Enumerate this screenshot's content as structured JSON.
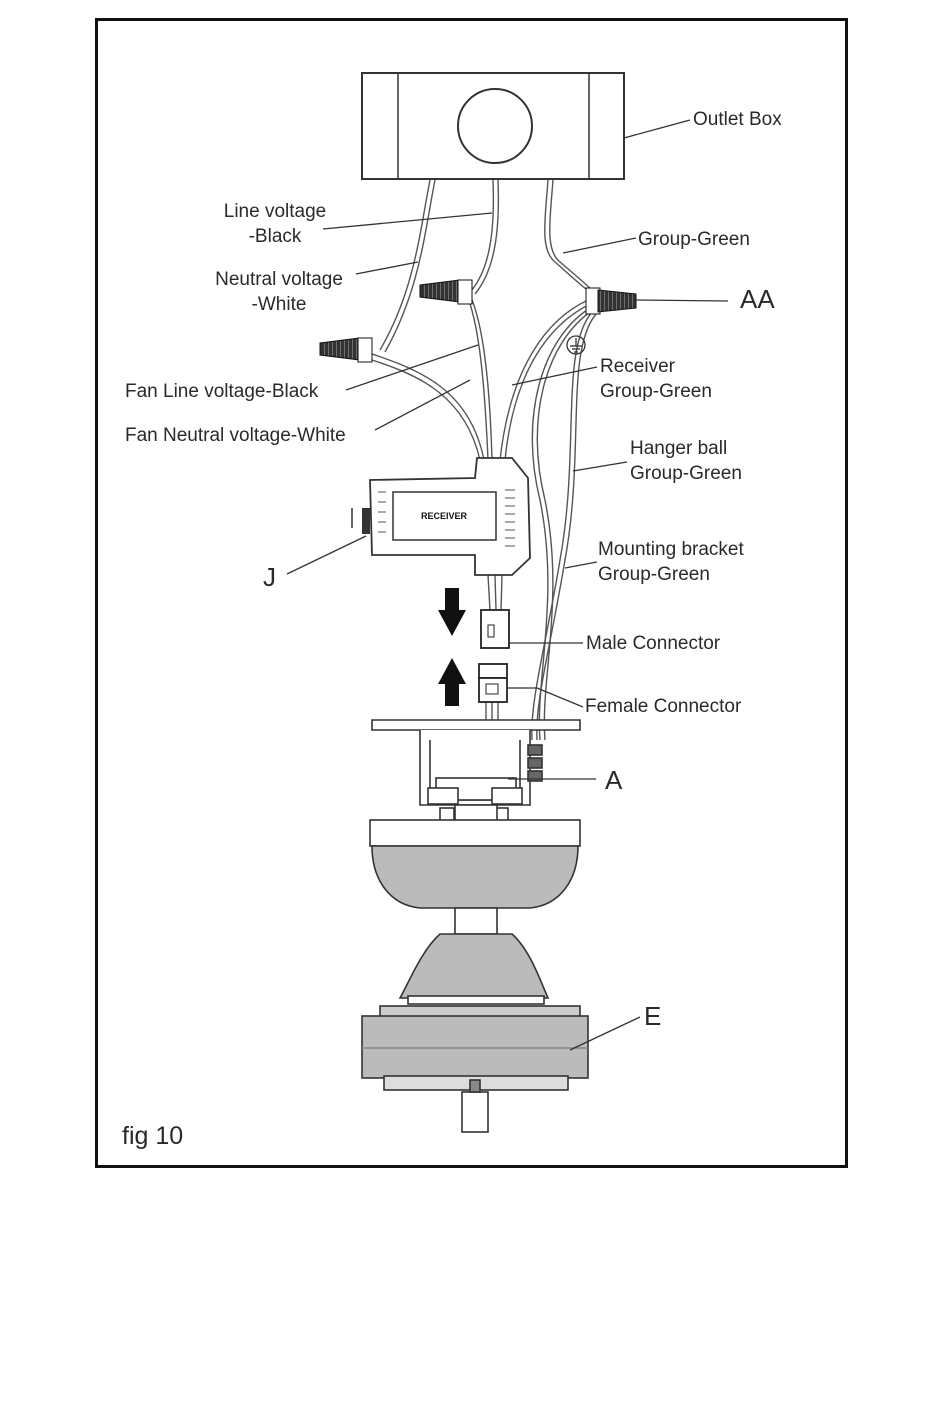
{
  "figure": {
    "caption": "fig 10",
    "labels": {
      "outlet_box": "Outlet Box",
      "line_voltage": [
        "Line voltage",
        "-Black"
      ],
      "neutral_voltage": [
        "Neutral voltage",
        "-White"
      ],
      "group_green": "Group-Green",
      "aa": "AA",
      "fan_line_voltage": "Fan Line voltage-Black",
      "fan_neutral_voltage": "Fan Neutral voltage-White",
      "receiver_group": [
        "Receiver",
        "Group-Green"
      ],
      "hanger_ball_group": [
        "Hanger ball",
        "Group-Green"
      ],
      "mounting_bracket_group": [
        "Mounting bracket",
        "Group-Green"
      ],
      "j": "J",
      "male_connector": "Male Connector",
      "female_connector": "Female Connector",
      "a": "A",
      "e": "E"
    },
    "receiver_text": "RECEIVER"
  }
}
